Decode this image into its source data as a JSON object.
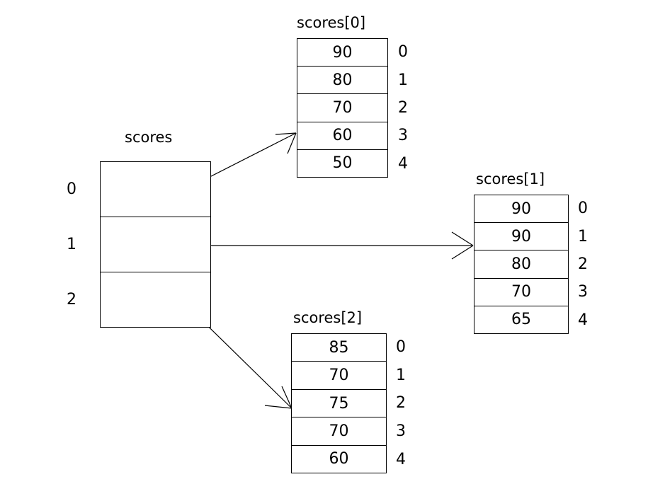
{
  "diagram": {
    "title": "",
    "background_color": "#ffffff",
    "line_color": "#000000",
    "text_color": "#000000"
  },
  "pointer_array": {
    "caption": "scores",
    "indices": [
      "0",
      "1",
      "2"
    ],
    "cells": [
      "",
      "",
      ""
    ]
  },
  "arrays": [
    {
      "caption": "scores[0]",
      "values": [
        "90",
        "80",
        "70",
        "60",
        "50"
      ],
      "indices": [
        "0",
        "1",
        "2",
        "3",
        "4"
      ]
    },
    {
      "caption": "scores[1]",
      "values": [
        "90",
        "90",
        "80",
        "70",
        "65"
      ],
      "indices": [
        "0",
        "1",
        "2",
        "3",
        "4"
      ]
    },
    {
      "caption": "scores[2]",
      "values": [
        "85",
        "70",
        "75",
        "70",
        "60"
      ],
      "indices": [
        "0",
        "1",
        "2",
        "3",
        "4"
      ]
    }
  ],
  "arrows": [
    {
      "name": "arrow-row0-to-scores0",
      "from_row": "0",
      "to_array": "scores[0]"
    },
    {
      "name": "arrow-row1-to-scores1",
      "from_row": "1",
      "to_array": "scores[1]"
    },
    {
      "name": "arrow-row2-to-scores2",
      "from_row": "2",
      "to_array": "scores[2]"
    }
  ]
}
